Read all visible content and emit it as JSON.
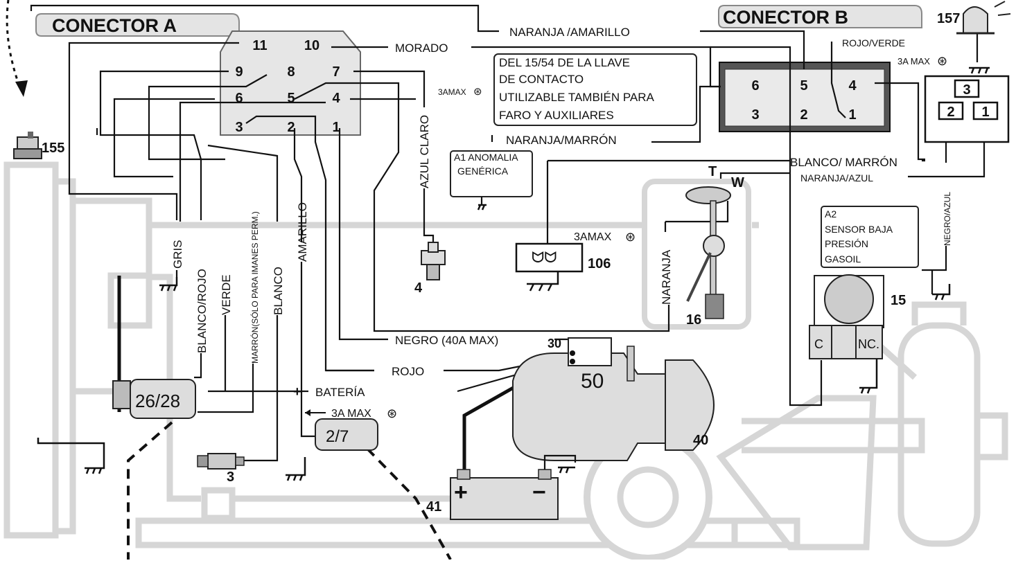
{
  "connector_a": {
    "title": "CONECTOR A",
    "pins": [
      "11",
      "10",
      "9",
      "8",
      "7",
      "6",
      "5",
      "4",
      "3",
      "2",
      "1"
    ]
  },
  "connector_b": {
    "title": "CONECTOR B",
    "pins": [
      "6",
      "5",
      "4",
      "3",
      "2",
      "1"
    ]
  },
  "relay_pins": [
    "3",
    "2",
    "1"
  ],
  "wire_labels": {
    "morado": "MORADO",
    "naranja_amarillo": "NARANJA /AMARILLO",
    "rojo_verde": "ROJO/VERDE",
    "naranja_marron": "NARANJA/MARRÓN",
    "blanco_marron": "BLANCO/ MARRÓN",
    "naranja_azul": "NARANJA/AZUL",
    "negro_azul": "NEGRO/AZUL",
    "azul_claro": "AZUL CLARO",
    "gris": "GRIS",
    "blanco_rojo": "BLANCO/ROJO",
    "verde": "VERDE",
    "marron": "MARRÓN(SÓLO PARA IMANES PERM.)",
    "blanco": "BLANCO",
    "amarillo": "AMARILLO",
    "naranja": "NARANJA",
    "negro": "NEGRO (40A MAX)",
    "rojo": "ROJO",
    "bateria": "BATERÍA",
    "plus": "+"
  },
  "fuse_labels": {
    "fuse_3a_pin4": "3AMAX",
    "fuse_3a_b": "3A MAX",
    "fuse_3a_106": "3AMAX",
    "fuse_3a_bat": "3A MAX"
  },
  "info_boxes": {
    "llave": [
      "DEL 15/54 DE LA LLAVE",
      "DE CONTACTO",
      "UTILIZABLE TAMBIÉN PARA",
      "FARO Y AUXILIARES"
    ],
    "a1": [
      "A1 ANOMALIA",
      "GENÉRICA"
    ],
    "a2": [
      "A2",
      "SENSOR BAJA",
      "PRESIÓN",
      "GASOIL"
    ]
  },
  "component_numbers": {
    "c155": "155",
    "c157": "157",
    "c106": "106",
    "c4": "4",
    "c16": "16",
    "c15": "15",
    "c3": "3",
    "c40": "40",
    "c41": "41",
    "c30": "30",
    "c50": "50",
    "alternator": "26/28",
    "relay": "2/7"
  },
  "sender_terminals": {
    "t": "T",
    "w": "W"
  },
  "pressure_switch": {
    "c": "C",
    "nc": "NC."
  },
  "battery": {
    "pos": "+",
    "neg": "−"
  }
}
